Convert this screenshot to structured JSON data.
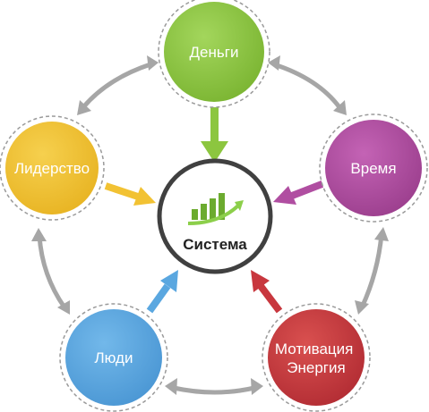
{
  "center": {
    "label": "Система",
    "icon": "growth-chart-icon",
    "colors": {
      "ring": "#404040",
      "bars": "#6cab2f",
      "arrow": "#8ccf4a"
    }
  },
  "nodes": [
    {
      "id": "dengi",
      "label_lines": [
        "Деньги"
      ],
      "color": "#8cc63f"
    },
    {
      "id": "vremya",
      "label_lines": [
        "Время"
      ],
      "color": "#b04ea1"
    },
    {
      "id": "motivatsiya",
      "label_lines": [
        "Мотивация",
        "Энергия"
      ],
      "color": "#c8373e"
    },
    {
      "id": "lyudi",
      "label_lines": [
        "Люди"
      ],
      "color": "#5aa7e0"
    },
    {
      "id": "liderstvo",
      "label_lines": [
        "Лидерство"
      ],
      "color": "#f2c233"
    }
  ],
  "connector_color": "#a6a6a6"
}
